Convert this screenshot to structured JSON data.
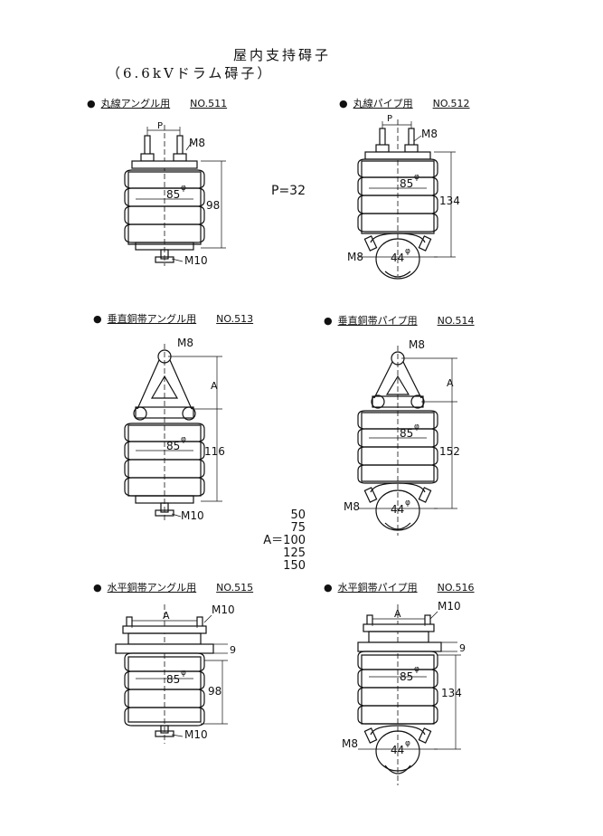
{
  "title_line1": "屋内支持碍子",
  "title_line2": "（6.6kVドラム碍子）",
  "items": [
    {
      "bullet": "●",
      "name": "丸線アングル用",
      "no": "NO.511",
      "dims": {
        "m_top": "M8",
        "p": "P",
        "dia": "85",
        "phi": "φ",
        "height": "98",
        "m_bottom": "M10"
      }
    },
    {
      "bullet": "●",
      "name": "丸線パイプ用",
      "no": "NO.512",
      "dims": {
        "m_top": "M8",
        "p": "P",
        "dia": "85",
        "phi": "φ",
        "height": "134",
        "m_bottom": "M8",
        "pipe": "44",
        "pipe_phi": "φ"
      }
    },
    {
      "bullet": "●",
      "name": "垂直銅帯アングル用",
      "no": "NO.513",
      "dims": {
        "m_top": "M8",
        "a": "A",
        "dia": "85",
        "phi": "φ",
        "height": "116",
        "m_bottom": "M10"
      }
    },
    {
      "bullet": "●",
      "name": "垂直銅帯パイプ用",
      "no": "NO.514",
      "dims": {
        "m_top": "M8",
        "a": "A",
        "dia": "85",
        "phi": "φ",
        "height": "152",
        "m_bottom": "M8",
        "pipe": "44",
        "pipe_phi": "φ"
      }
    },
    {
      "bullet": "●",
      "name": "水平銅帯アングル用",
      "no": "NO.515",
      "dims": {
        "m_top": "M10",
        "a": "A",
        "plate": "9",
        "dia": "85",
        "phi": "φ",
        "height": "98",
        "m_bottom": "M10"
      }
    },
    {
      "bullet": "●",
      "name": "水平銅帯パイプ用",
      "no": "NO.516",
      "dims": {
        "m_top": "M10",
        "a": "A",
        "plate": "9",
        "dia": "85",
        "phi": "φ",
        "height": "134",
        "m_bottom": "M8",
        "pipe": "44",
        "pipe_phi": "φ"
      }
    }
  ],
  "p_note": "P=32",
  "a_label": "A＝",
  "a_values": [
    "50",
    "75",
    "100",
    "125",
    "150"
  ]
}
